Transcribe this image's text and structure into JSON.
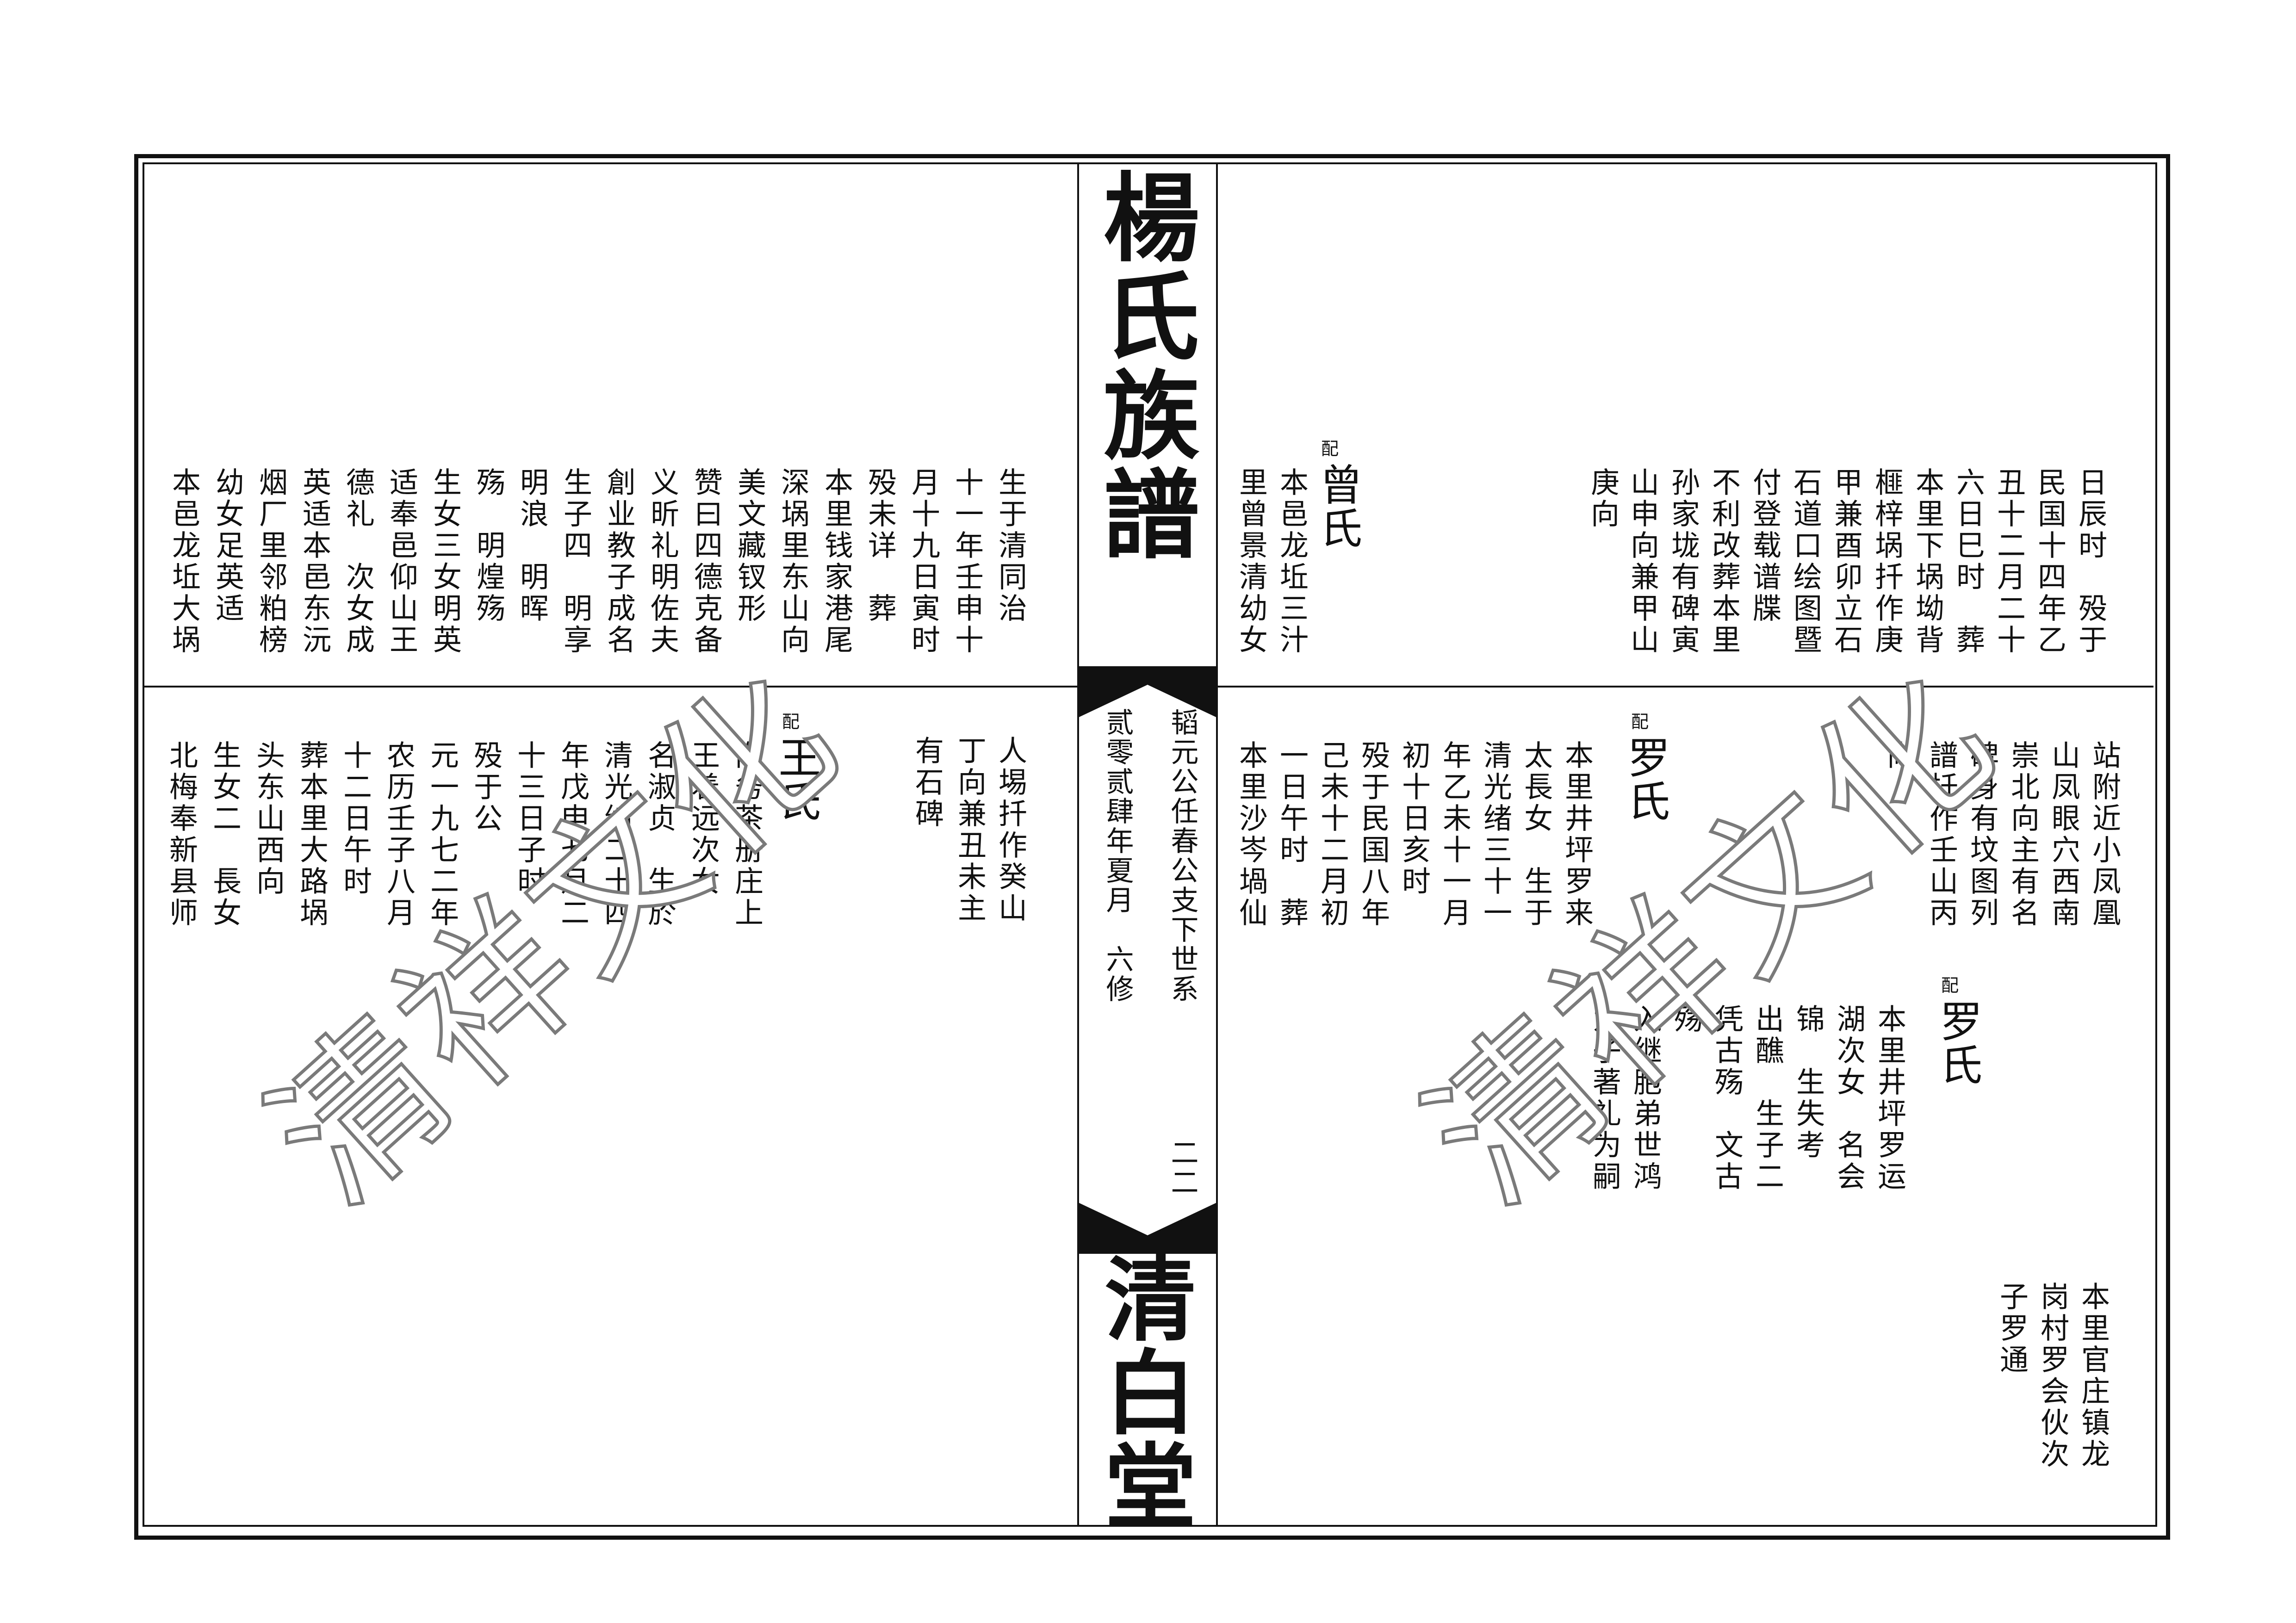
{
  "document": {
    "title": "楊氏族譜",
    "hall_name": "清白堂",
    "branch_line": "韬元公任春公支下世系",
    "date_line": "贰零贰肆年夏月　六修",
    "page_number": "二二",
    "watermark": "清祥文化"
  },
  "right_page": {
    "top_cols": [
      "日辰时　殁于",
      "民国十四年乙",
      "丑十二月二十",
      "六日巳时　葬",
      "本里下埚坳背",
      "榧梓埚扦作庚",
      "甲兼酉卯立石",
      "石道口绘图暨",
      "付登载谱牒",
      "不利改葬本里",
      "孙家垅有碑寅",
      "山申向兼甲山",
      "庚向"
    ],
    "spouse1": {
      "label": "配",
      "name": "曾氏",
      "cols": [
        "本邑龙坵三汁",
        "里曾景清幼女"
      ]
    },
    "mid_cols": [
      "站附近小凤凰",
      "山凤眼穴西南",
      "崇北向主有名",
      "碑身有坟图列",
      "譜扦作壬山丙",
      "向"
    ],
    "spouse2": {
      "label": "配",
      "name": "罗氏",
      "cols": [
        "本里井坪罗来",
        "太長女　生于",
        "清光绪三十一",
        "年乙未十一月",
        "初十日亥时",
        "殁于民国八年",
        "己未十二月初",
        "一日午时　葬",
        "本里沙岑堝仙"
      ]
    },
    "spouse3": {
      "label": "配",
      "name": "罗氏",
      "cols": [
        "本里井坪罗运",
        "湖次女　名会",
        "锦　生失考",
        "出醮　生子二",
        "凭古殇　文古",
        "殇",
        "入继胞弟世鸿",
        "为子著礼为嗣"
      ]
    },
    "note_cols": [
      "本里官庄镇龙",
      "岗村罗会伙次",
      "子罗通"
    ]
  },
  "left_page": {
    "top_cols": [
      "生于清同治",
      "十一年壬申十",
      "月十九日寅时",
      "殁未详　葬",
      "本里钱家港尾",
      "深埚里东山向",
      "美文藏钗形",
      "赞曰四德克备",
      "义昕礼明佐夫",
      "創业教子成名",
      "生子四　明享",
      "明浪　明晖",
      "殇　明煌殇",
      "生女三女明英",
      "适奉邑仰山王",
      "德礼　次女成",
      "英适本邑东沅",
      "烟厂里邻粕榜",
      "幼女足英适",
      "本邑龙坵大埚"
    ],
    "mid_top_cols": [
      "人埸扦作癸山",
      "丁向兼丑未主",
      "有石碑"
    ],
    "spouse": {
      "label": "配",
      "name": "王氏",
      "cols": [
        "向务茶册庄上",
        "王着远次女",
        "名淑贞　生於",
        "清光绪二十四",
        "年戊申七月二",
        "十三日子时",
        "殁于公",
        "元一九七二年",
        "农历壬子八月",
        "十二日午时",
        "葬本里大路埚",
        "头东山西向",
        "生女二　長女",
        "北梅奉新县师"
      ]
    }
  }
}
